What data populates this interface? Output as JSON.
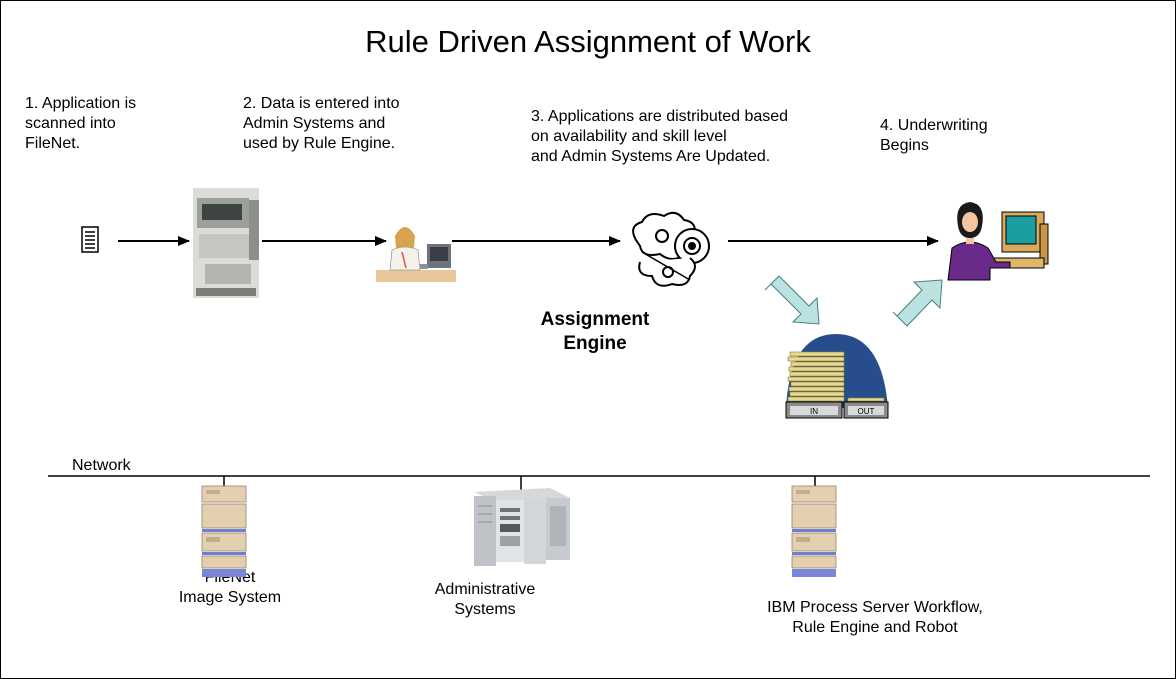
{
  "title": "Rule Driven Assignment of Work",
  "steps": [
    {
      "line1": "1. Application is",
      "line2": "scanned  into",
      "line3": "FileNet."
    },
    {
      "line1": "2. Data is entered into",
      "line2": "Admin Systems and",
      "line3": "used by Rule Engine."
    },
    {
      "line1": "3. Applications are distributed based",
      "line2": "on availability and skill level",
      "line3": "and  Admin Systems Are Updated."
    },
    {
      "line1": "4. Underwriting",
      "line2": "Begins"
    }
  ],
  "assignment_engine": {
    "line1": "Assignment",
    "line2": "Engine"
  },
  "inbox": {
    "in_label": "IN",
    "out_label": "OUT"
  },
  "network_label": "Network",
  "systems": [
    {
      "line1": "FileNet",
      "line2": "Image System"
    },
    {
      "line1": "Administrative",
      "line2": "Systems"
    },
    {
      "line1": "IBM Process Server Workflow,",
      "line2": "Rule Engine and Robot"
    }
  ],
  "icons": [
    "document-icon",
    "scanner-icon",
    "data-entry-clerk-icon",
    "gears-icon",
    "inbox-outbox-icon",
    "underwriter-icon",
    "server-tower-icon",
    "server-rack-icon"
  ],
  "colors": {
    "arrow_fill": "#b9e2e1",
    "arrow_stroke": "#4a8080",
    "globe": "#274d8c",
    "papers": "#e8d991",
    "server_beige": "#e4d0b1",
    "server_base": "#7a86d8"
  }
}
